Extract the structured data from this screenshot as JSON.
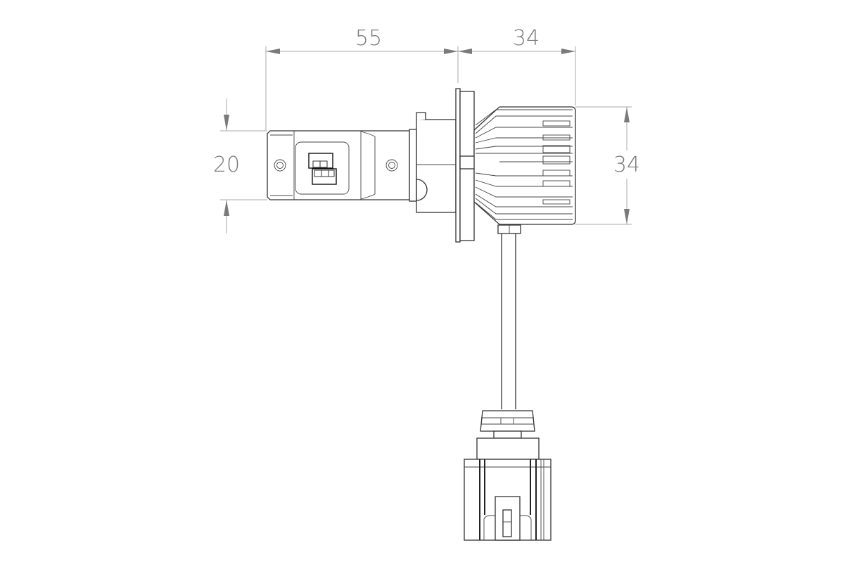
{
  "drawing": {
    "subject": "LED headlight bulb technical dimension drawing",
    "units": "mm",
    "line_color": "#333333",
    "dimension_color": "#7a7a7a",
    "background": "#ffffff"
  },
  "dimensions": {
    "body_length": "55",
    "heatsink_length": "34",
    "body_height": "20",
    "heatsink_height": "34"
  }
}
